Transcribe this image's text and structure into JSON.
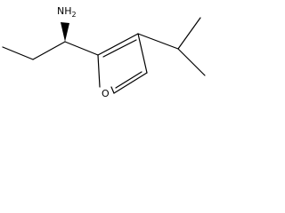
{
  "atoms": {
    "nitrogen": {
      "symbol": "N",
      "h": "H",
      "sub": "2"
    },
    "oxygen": "O"
  }
}
